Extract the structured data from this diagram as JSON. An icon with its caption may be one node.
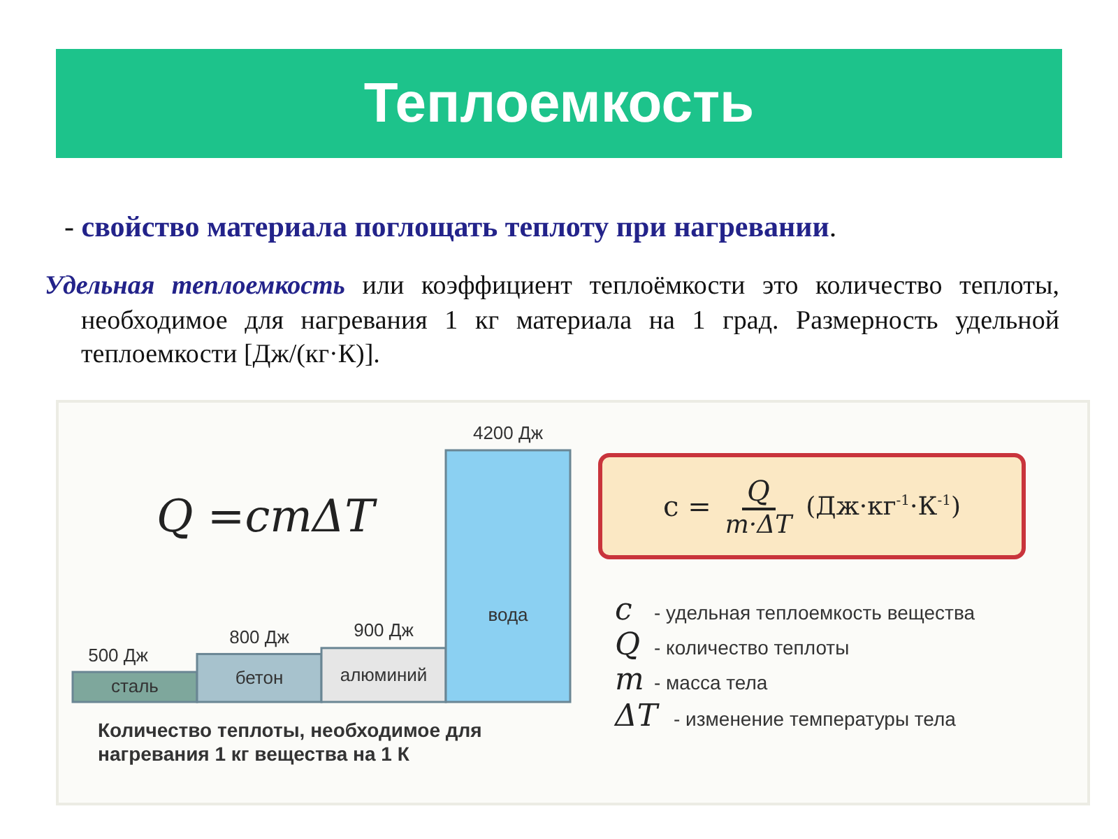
{
  "diagram": {
    "title": "Теплоемкость",
    "nodes": [
      {
        "text": [
          "c =",
          "Q",
          "m·ΔT",
          "(Дж·кг$^{-1}$·К$^{-1}$)"
        ]
      }
    ],
    "labels": [
      "- **свойство материала поглощать теплоту при нагревании**.",
      "*Удельная теплоемкость* или коэффициент теплоёмкости это количество теплоты, необходимое для нагревания 1 кг материала на 1 град. Размерность удельной теплоемкости [Дж/(кг·К)].",
      "Q =cmΔT",
      "c",
      "- удельная теплоемкость вещества",
      "Q",
      "- количество теплоты",
      "m",
      "- масса тела",
      "ΔT",
      "- изменение температуры тела"
    ],
    "chart_data": {
      "type": "bar",
      "title": "Количество теплоты, необходимое для нагревания 1 кг вещества на 1 К",
      "categories": [
        "сталь",
        "бетон",
        "алюминий",
        "вода"
      ],
      "values": [
        500,
        800,
        900,
        4200
      ],
      "value_labels": [
        "500 Дж",
        "800 Дж",
        "900 Дж",
        "4200 Дж"
      ]
    }
  }
}
